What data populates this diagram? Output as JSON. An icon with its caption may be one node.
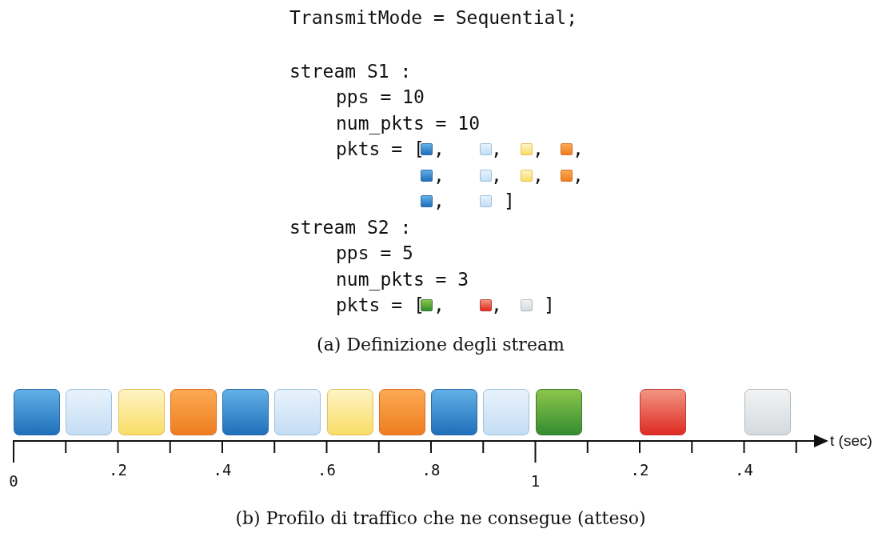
{
  "diagram": {
    "labels": [
      "TransmitMode = Sequential;",
      "stream S1 :",
      "pps = 10",
      "num_pkts = 10",
      "pkts = [",
      ",",
      ",",
      ",",
      ",",
      ",",
      ",",
      ",",
      ",",
      ",",
      "]",
      "stream S2 :",
      "pps = 5",
      "num_pkts = 3",
      "pkts = [",
      ",",
      ",",
      "]",
      "(a) Definizione degli stream",
      "0",
      ".2",
      ".4",
      ".6",
      ".8",
      "1",
      ".2",
      ".4",
      "t (sec)",
      "(b) Profilo di traffico che ne consegue (atteso)"
    ]
  }
}
